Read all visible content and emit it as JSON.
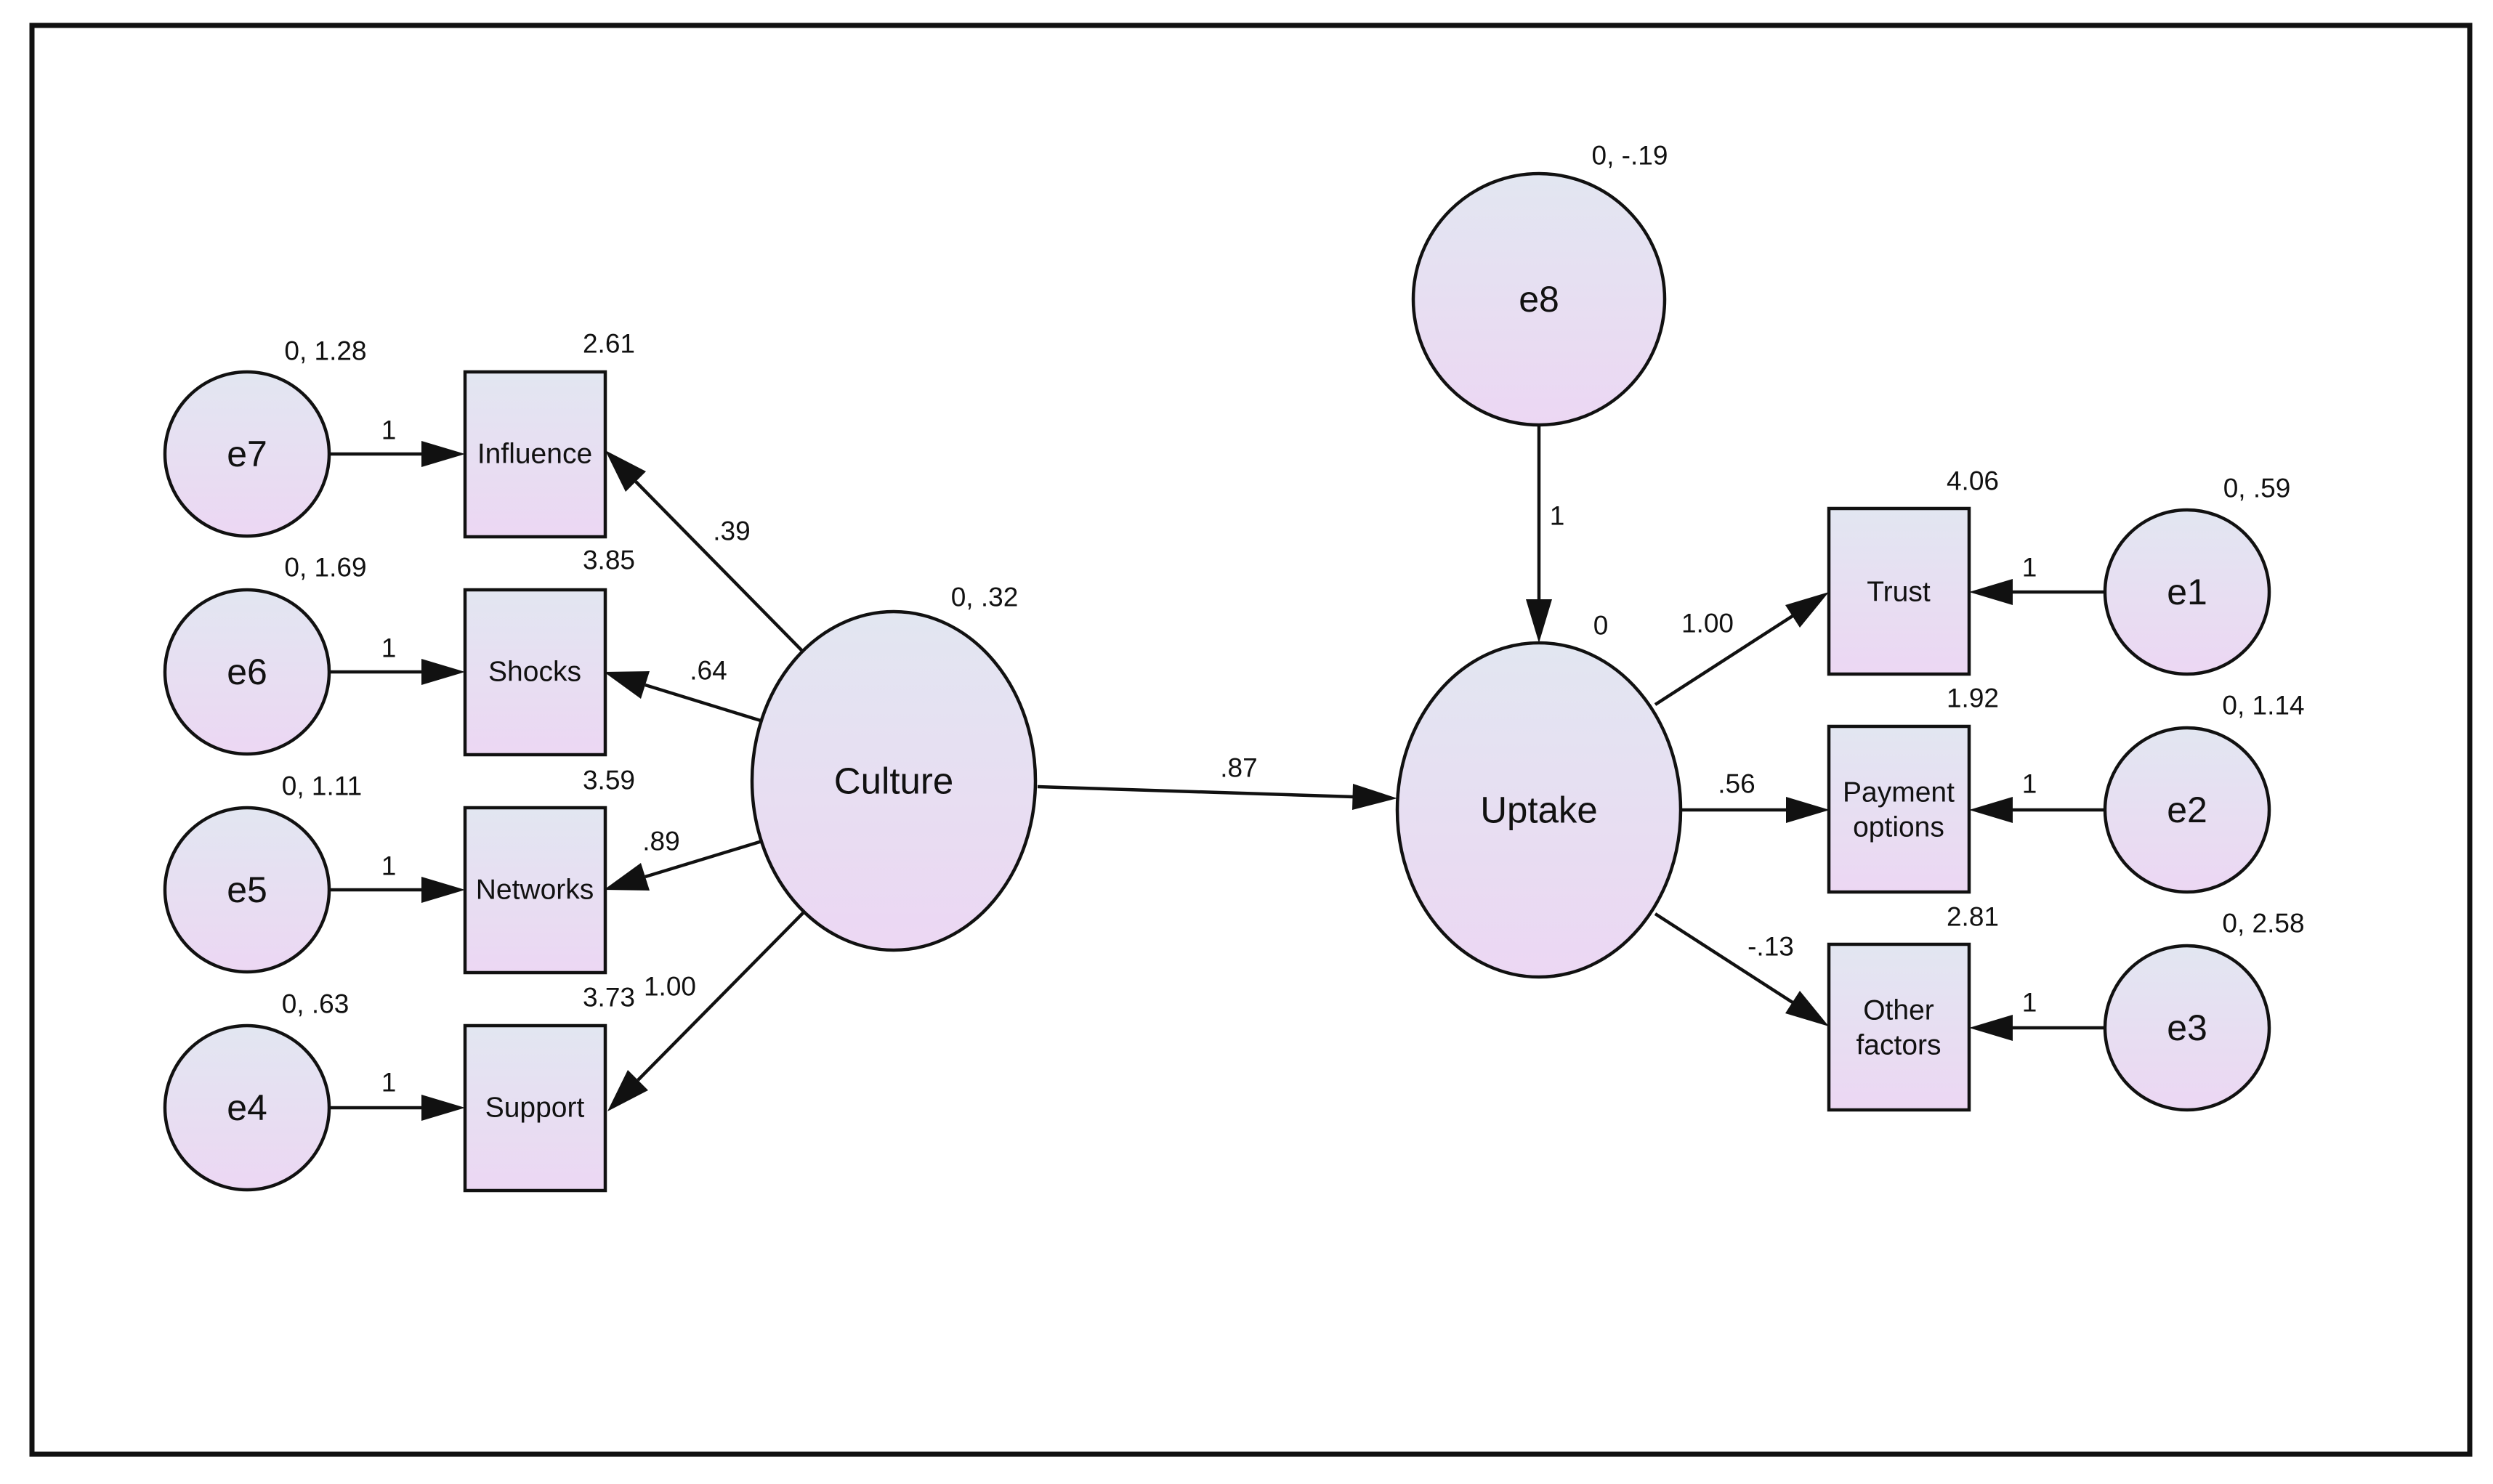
{
  "colors": {
    "node_top": "#e2e6f1",
    "node_bottom": "#ecd7f3",
    "stroke": "#111111",
    "background": "#ffffff"
  },
  "nodes": {
    "e7": {
      "label": "e7",
      "estimate": "0, 1.28"
    },
    "e6": {
      "label": "e6",
      "estimate": "0, 1.69"
    },
    "e5": {
      "label": "e5",
      "estimate": "0, 1.11"
    },
    "e4": {
      "label": "e4",
      "estimate": "0, .63"
    },
    "influence": {
      "label": "Influence",
      "estimate": "2.61"
    },
    "shocks": {
      "label": "Shocks",
      "estimate": "3.85"
    },
    "networks": {
      "label": "Networks",
      "estimate": "3.59"
    },
    "support": {
      "label": "Support",
      "estimate": "3.73"
    },
    "culture": {
      "label": "Culture",
      "estimate": "0, .32"
    },
    "e8": {
      "label": "e8",
      "estimate": "0, -.19"
    },
    "uptake": {
      "label": "Uptake",
      "estimate": "0"
    },
    "trust": {
      "label": "Trust",
      "estimate": "4.06"
    },
    "payment": {
      "label_line1": "Payment",
      "label_line2": "options",
      "estimate": "1.92"
    },
    "other": {
      "label_line1": "Other",
      "label_line2": "factors",
      "estimate": "2.81"
    },
    "e1": {
      "label": "e1",
      "estimate": "0, .59"
    },
    "e2": {
      "label": "e2",
      "estimate": "0, 1.14"
    },
    "e3": {
      "label": "e3",
      "estimate": "0, 2.58"
    }
  },
  "edges": {
    "e7_influence": "1",
    "e6_shocks": "1",
    "e5_networks": "1",
    "e4_support": "1",
    "culture_influence": ".39",
    "culture_shocks": ".64",
    "culture_networks": ".89",
    "culture_support": "1.00",
    "culture_uptake": ".87",
    "e8_uptake": "1",
    "uptake_trust": "1.00",
    "uptake_payment": ".56",
    "uptake_other": "-.13",
    "e1_trust": "1",
    "e2_payment": "1",
    "e3_other": "1"
  }
}
